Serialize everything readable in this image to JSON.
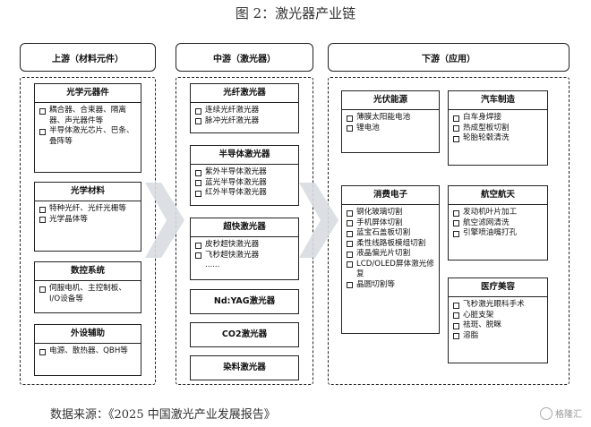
{
  "title": "图 2：激光器产业链",
  "source": "数据来源：《2025 中国激光产业发展报告》",
  "watermark": "格隆汇",
  "upstream": {
    "header": "上游（材料元件）",
    "groups": [
      {
        "title": "光学元器件",
        "items": [
          "耦合器、合束器、隔离器、声光器件等",
          "半导体激光芯片、巴条、叠阵等"
        ]
      },
      {
        "title": "光学材料",
        "items": [
          "特种光纤、光纤光栅等",
          "光学晶体等"
        ]
      },
      {
        "title": "数控系统",
        "items": [
          "伺服电机、主控制板、I/O设备等"
        ]
      },
      {
        "title": "外设辅助",
        "items": [
          "电源、散热器、QBH等"
        ]
      }
    ]
  },
  "midstream": {
    "header": "中游（激光器）",
    "groups": [
      {
        "title": "光纤激光器",
        "items": [
          "连续光纤激光器",
          "脉冲光纤激光器"
        ]
      },
      {
        "title": "半导体激光器",
        "items": [
          "紫外半导体激光器",
          "蓝光半导体激光器",
          "红外半导体激光器"
        ]
      },
      {
        "title": "超快激光器",
        "items": [
          "皮秒超快激光器",
          "飞秒超快激光器"
        ],
        "more": "......"
      },
      {
        "title": "Nd:YAG激光器",
        "items": []
      },
      {
        "title": "CO2激光器",
        "items": []
      },
      {
        "title": "染料激光器",
        "items": []
      }
    ]
  },
  "downstream": {
    "header": "下游（应用）",
    "groups": [
      {
        "title": "光伏能源",
        "items": [
          "薄膜太阳能电池",
          "锂电池"
        ]
      },
      {
        "title": "汽车制造",
        "items": [
          "白车身焊接",
          "热成型板切割",
          "轮胎轮毂清洗"
        ]
      },
      {
        "title": "消费电子",
        "items": [
          "钢化玻璃切割",
          "手机屏体切割",
          "蓝宝石盖板切割",
          "柔性线路板模组切割",
          "液晶偏光片切割",
          "LCD/OLED屏体激光修复",
          "晶圆切割等"
        ]
      },
      {
        "title": "航空航天",
        "items": [
          "发动机叶片加工",
          "航空滤网清洗",
          "引擎喷油嘴打孔"
        ]
      },
      {
        "title": "医疗美容",
        "items": [
          "飞秒激光眼科手术",
          "心脏支架",
          "祛斑、脱眯",
          "溶脂"
        ]
      }
    ]
  }
}
